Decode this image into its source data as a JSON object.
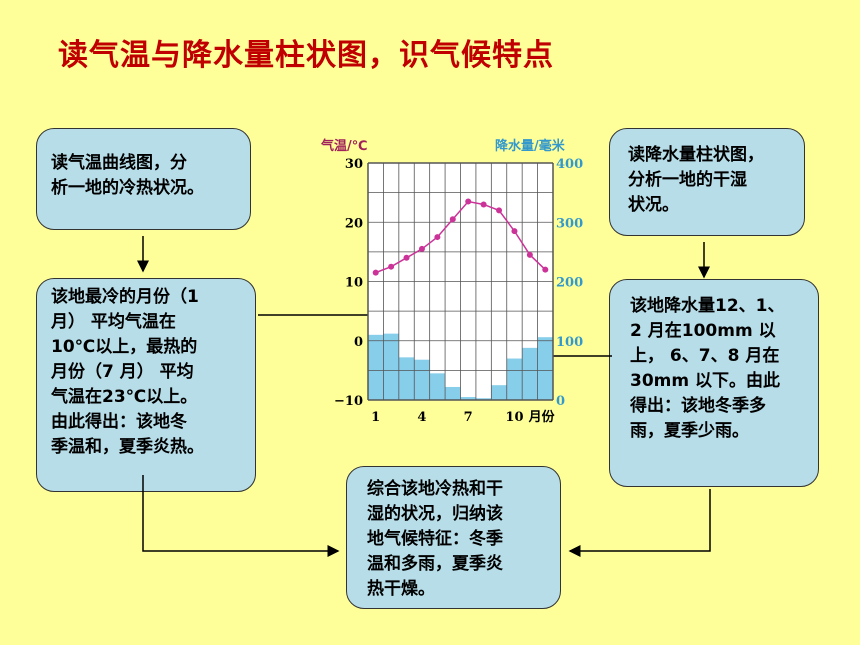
{
  "title": "读气温与降水量柱状图，识气候特点",
  "boxes": {
    "top_left": "读气温曲线图，分\n析一地的冷热状况。",
    "mid_left": "该地最冷的月份（1\n月） 平均气温在\n10℃以上，最热的\n月份（7 月） 平均\n气温在23℃以上。\n由此得出：该地冬\n季温和，夏季炎热。",
    "top_right": "读降水量柱状图，\n分析一地的干湿\n状况。",
    "mid_right": "该地降水量12、1、\n2 月在100mm 以\n上， 6、7、8 月在\n30mm 以下。由此\n得出：该地冬季多\n雨，夏季少雨。",
    "bottom": "综合该地冷热和干\n湿的状况，归纳该\n地气候特征：冬季\n温和多雨，夏季炎\n热干燥。"
  },
  "colors": {
    "title": "#C00000",
    "box_fill": "#B7DDE8",
    "bar_fill": "#87CEEB",
    "line": "#CC3399",
    "left_axis": "#A0205A",
    "right_axis": "#3399CC",
    "background": "#FFFF99"
  },
  "chart_data": {
    "type": "bar+line",
    "left_axis_title": "气温/℃",
    "right_axis_title": "降水量/毫米",
    "left_ticks": [
      "30",
      "20",
      "10",
      "0",
      "−10"
    ],
    "right_ticks": [
      "400",
      "300",
      "200",
      "100",
      "0"
    ],
    "x_ticks": [
      "1",
      "4",
      "7",
      "10",
      "月份"
    ],
    "x": [
      1,
      2,
      3,
      4,
      5,
      6,
      7,
      8,
      9,
      10,
      11,
      12
    ],
    "temperature": [
      11.5,
      12.5,
      14,
      15.5,
      17.5,
      20.5,
      23.5,
      23,
      22,
      18.5,
      14.5,
      12
    ],
    "precipitation": [
      110,
      112,
      72,
      68,
      45,
      22,
      5,
      3,
      25,
      70,
      88,
      106
    ],
    "temp_range": [
      -10,
      30
    ],
    "precip_range": [
      0,
      400
    ]
  }
}
